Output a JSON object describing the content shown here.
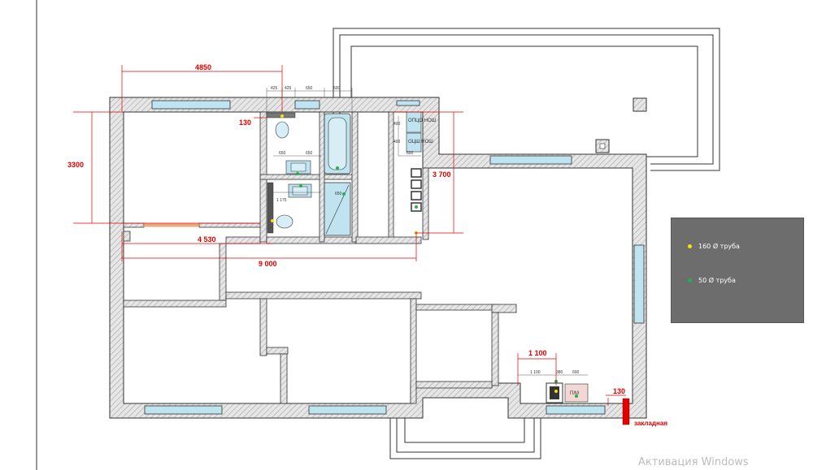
{
  "dimensions": {
    "d4850": "4850",
    "d3300": "3300",
    "d130a": "130",
    "d3700": "3 700",
    "d4530": "4 530",
    "d9000": "9 000",
    "d1100": "1 100",
    "d130b": "130",
    "small": [
      "425",
      "425",
      "650",
      "600",
      "650",
      "650",
      "1 175",
      "650",
      "400",
      "400",
      "600",
      "1 100",
      "380",
      "600"
    ]
  },
  "labels": {
    "zakladnaya": "закладная",
    "pm": "П/М",
    "cabinet1": "ОПЦО НОШ",
    "cabinet2": "ОЦШ НОШ"
  },
  "legend": {
    "item1": "160 Ø труба",
    "item2": "50 Ø труба",
    "color1": "#f5e600",
    "color2": "#22b14c"
  },
  "watermark": "Активация Windows",
  "colors": {
    "window": "#bfe3ef",
    "dimension": "#e00000",
    "wall": "#d9d9d9"
  }
}
